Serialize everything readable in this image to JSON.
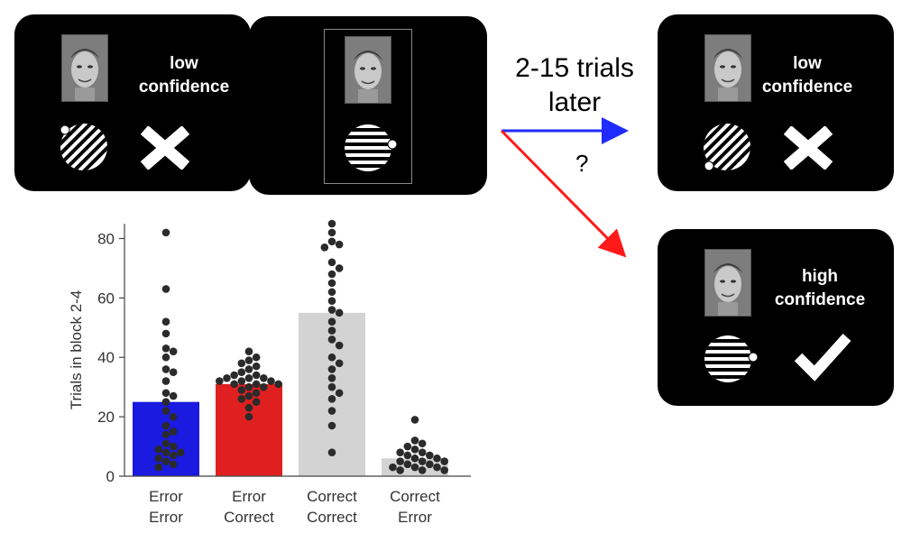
{
  "panels": {
    "trial1": {
      "line1": "low",
      "line2": "confidence",
      "stimulus": "oblique-grating-icon",
      "feedback": "cross-icon"
    },
    "trial2": {
      "stimulus": "horizontal-grating-icon"
    },
    "later_low": {
      "line1": "low",
      "line2": "confidence",
      "stimulus": "oblique-grating-icon",
      "feedback": "cross-icon"
    },
    "later_high": {
      "line1": "high",
      "line2": "confidence",
      "stimulus": "horizontal-grating-icon",
      "feedback": "checkmark-icon"
    }
  },
  "annotations": {
    "gap_line1": "2-15 trials",
    "gap_line2": "later",
    "question": "?"
  },
  "colors": {
    "blue_arrow": "#1f2bff",
    "red_arrow": "#ff1a1a",
    "bar_blue": "#1a1ae0",
    "bar_red": "#e02020",
    "bar_gray": "#d3d3d3",
    "dot": "#2b2b2b"
  },
  "chart_data": {
    "type": "bar",
    "ylabel": "Trials in block 2-4",
    "ylim": [
      0,
      85
    ],
    "yticks": [
      0,
      20,
      40,
      60,
      80
    ],
    "categories": [
      {
        "line1": "Error",
        "line2": "Error"
      },
      {
        "line1": "Error",
        "line2": "Correct"
      },
      {
        "line1": "Correct",
        "line2": "Correct"
      },
      {
        "line1": "Correct",
        "line2": "Error"
      }
    ],
    "values": [
      25,
      31,
      55,
      6
    ],
    "points": [
      [
        82,
        63,
        52,
        48,
        43,
        42,
        40,
        36,
        35,
        32,
        28,
        27,
        25,
        22,
        20,
        17,
        15,
        14,
        11,
        10,
        9,
        8,
        8,
        7,
        6,
        5,
        4,
        3
      ],
      [
        42,
        40,
        39,
        38,
        37,
        36,
        35,
        34,
        34,
        33,
        33,
        33,
        32,
        32,
        32,
        31,
        31,
        31,
        30,
        30,
        29,
        28,
        27,
        26,
        25,
        23,
        20
      ],
      [
        85,
        82,
        79,
        78,
        77,
        72,
        70,
        68,
        65,
        62,
        59,
        56,
        55,
        52,
        49,
        46,
        44,
        40,
        38,
        36,
        33,
        30,
        28,
        26,
        22,
        17,
        8
      ],
      [
        19,
        12,
        11,
        10,
        9,
        8,
        8,
        7,
        7,
        6,
        6,
        5,
        5,
        5,
        4,
        4,
        3,
        3,
        3,
        2,
        2,
        2
      ]
    ]
  }
}
